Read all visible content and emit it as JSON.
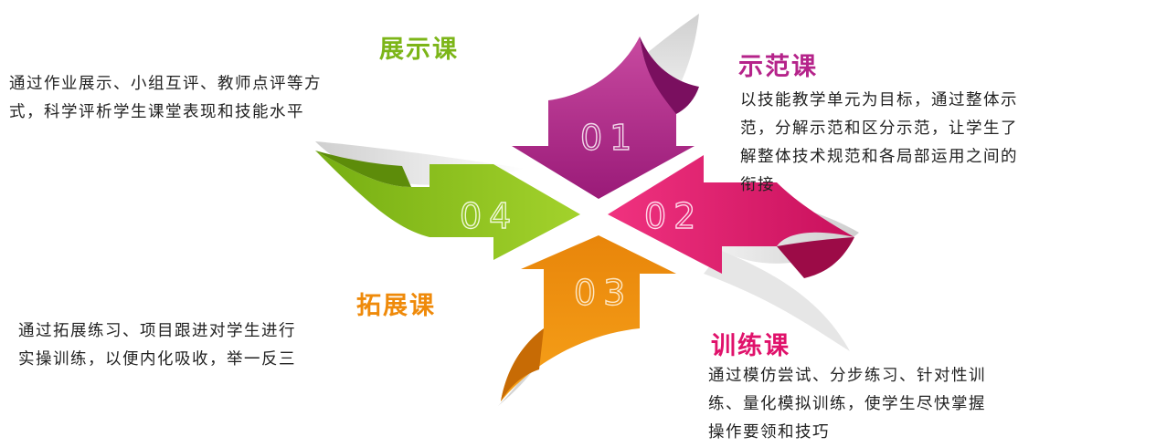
{
  "sections": [
    {
      "number": "01",
      "title": "示范课",
      "color": "#b5238a",
      "lines": [
        "以技能教学单元为目标，通过整体示",
        "范，分解示范和区分示范，让学生了",
        "解整体技术规范和各局部运用之间的",
        "衔接"
      ]
    },
    {
      "number": "02",
      "title": "训练课",
      "color": "#e0126b",
      "lines": [
        "通过模仿尝试、分步练习、针对性训",
        "练、量化模拟训练，使学生尽快掌握",
        "操作要领和技巧"
      ]
    },
    {
      "number": "03",
      "title": "拓展课",
      "color": "#f49a0d",
      "lines": [
        "通过拓展练习、项目跟进对学生进行",
        "实操训练，以便内化吸收，举一反三"
      ]
    },
    {
      "number": "04",
      "title": "展示课",
      "color": "#8dc21f",
      "lines": [
        "通过作业展示、小组互评、教师点评等方",
        "式，科学评析学生课堂表现和技能水平"
      ]
    }
  ]
}
